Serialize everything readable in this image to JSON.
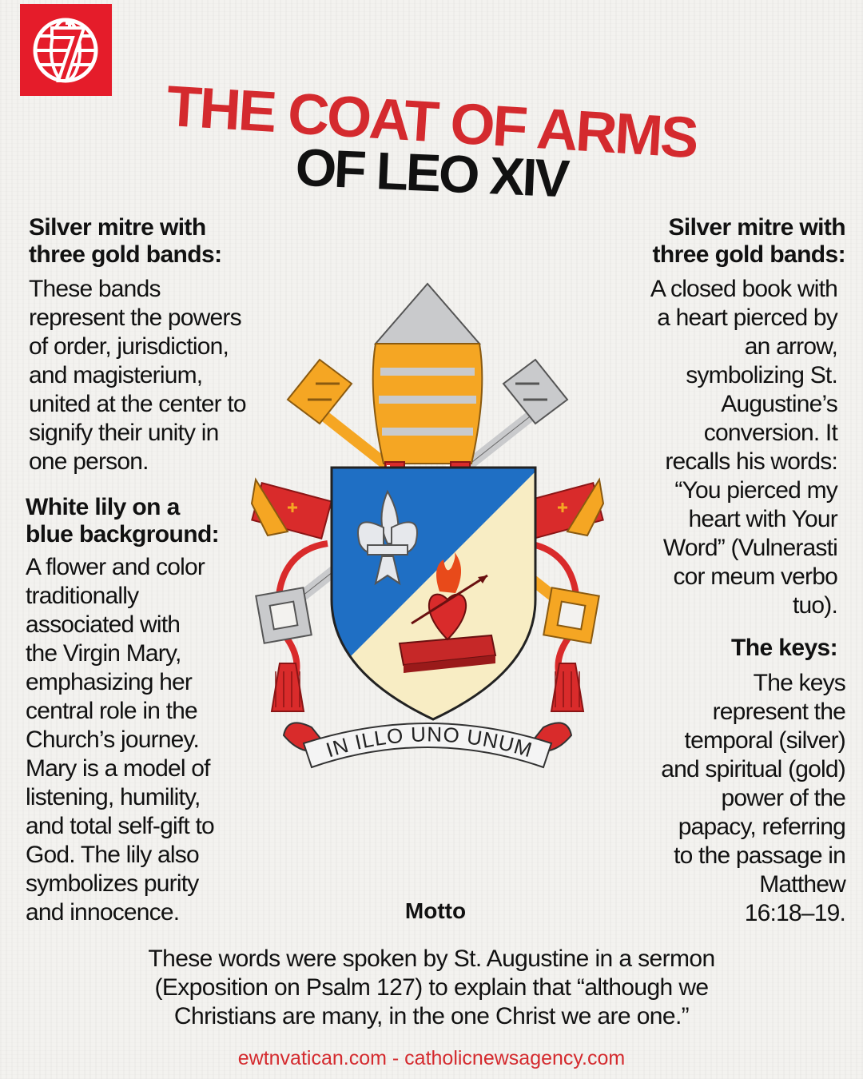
{
  "header": {
    "logo_icon": "ewtn-globe-logo-icon",
    "title_line1": "THE COAT OF ARMS",
    "title_line2": "OF LEO XIV"
  },
  "left": {
    "mitre_heading": "Silver mitre with\nthree gold bands:",
    "mitre_text": "These bands\nrepresent the powers\nof order, jurisdiction,\nand magisterium,\nunited at the center to\nsignify their unity in\none person.",
    "lily_heading": "White lily on a\nblue background:",
    "lily_text": "A flower and color\ntraditionally\nassociated with\nthe Virgin Mary,\nemphasizing her\ncentral role in the\nChurch’s journey.\nMary is a model of\nlistening, humility,\nand total self-gift to\nGod. The lily also\nsymbolizes purity\nand innocence."
  },
  "right": {
    "book_heading": "Silver mitre with\nthree gold bands:",
    "book_text": "A closed book with\na heart pierced by\nan arrow,\nsymbolizing St.\nAugustine’s\nconversion. It\nrecalls his words:\n“You pierced my\nheart with Your\nWord” (Vulnerasti\ncor meum verbo\ntuo).",
    "keys_heading": "The keys:",
    "keys_text": "The keys\nrepresent the\ntemporal (silver)\nand spiritual (gold)\npower of the\npapacy, referring\nto the passage in\nMatthew\n16:18–19."
  },
  "coat_of_arms": {
    "motto_scroll": "IN ILLO UNO UNUM",
    "colors": {
      "blue_field": "#1f6fc4",
      "cream_field": "#f8edc4",
      "gold": "#f5a623",
      "silver": "#c9cacc",
      "red": "#d92b2b"
    }
  },
  "motto": {
    "label": "Motto",
    "description": "These words were spoken by St. Augustine in a sermon\n(Exposition on Psalm 127) to explain that “although we\nChristians are many, in the one Christ we are one.”"
  },
  "footer": {
    "sources": "ewtnvatican.com - catholicnewsagency.com"
  }
}
